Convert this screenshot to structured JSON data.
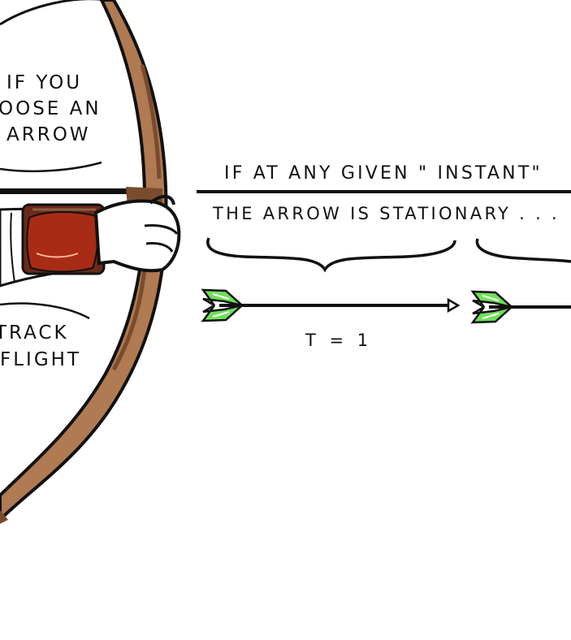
{
  "left_caption_top": {
    "line1": "IF YOU",
    "line2": "OOSE AN",
    "line3": "ARROW"
  },
  "left_caption_bottom": {
    "line1": "TRACK",
    "line2": "FLIGHT"
  },
  "header": {
    "line1": "IF AT ANY GIVEN \" INSTANT\"",
    "line2": "THE ARROW IS STATIONARY . . ."
  },
  "timeline": {
    "label": "T = 1"
  },
  "colors": {
    "bow": "#b07a52",
    "bow_dark": "#7a4c2e",
    "bracer": "#a82b15",
    "fletching": "#6ee05a",
    "ink": "#111111"
  },
  "icons": [
    "bow-icon",
    "hand-icon",
    "bracer-icon",
    "arrow-icon",
    "brace-icon"
  ]
}
